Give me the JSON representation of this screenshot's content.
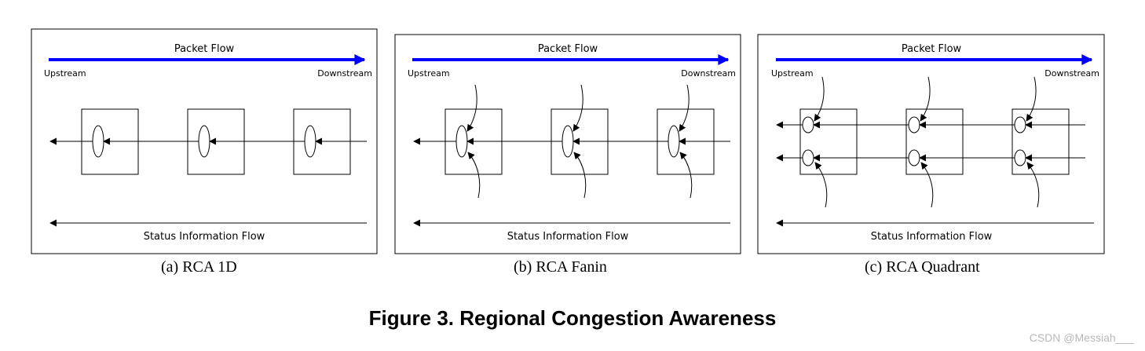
{
  "panels": [
    {
      "id": "a",
      "variant": "1d",
      "packet_flow": "Packet Flow",
      "upstream": "Upstream",
      "downstream": "Downstream",
      "status_flow": "Status Information Flow",
      "caption": "(a)  RCA 1D"
    },
    {
      "id": "b",
      "variant": "fanin",
      "packet_flow": "Packet Flow",
      "upstream": "Upstream",
      "downstream": "Downstream",
      "status_flow": "Status Information Flow",
      "caption": "(b)  RCA Fanin"
    },
    {
      "id": "c",
      "variant": "quadrant",
      "packet_flow": "Packet Flow",
      "upstream": "Upstream",
      "downstream": "Downstream",
      "status_flow": "Status Information Flow",
      "caption": "(c)  RCA Quadrant"
    }
  ],
  "figure_title": "Figure 3. Regional Congestion Awareness",
  "watermark": "CSDN @Messiah___",
  "colors": {
    "packet_flow_arrow": "#0000ff",
    "line": "#000000",
    "background": "#ffffff"
  }
}
